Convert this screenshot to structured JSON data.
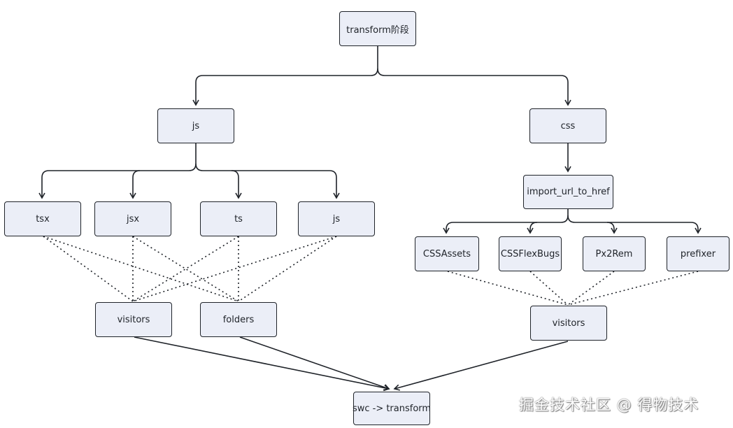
{
  "diagram": {
    "nodes": {
      "root": "transform阶段",
      "js": "js",
      "css": "css",
      "tsx": "tsx",
      "jsx": "jsx",
      "ts": "ts",
      "js2": "js",
      "import": "import_url_to_href",
      "cssassets": "CSSAssets",
      "flexbugs": "CSSFlexBugs",
      "px2rem": "Px2Rem",
      "prefixer": "prefixer",
      "visitors_left": "visitors",
      "folders": "folders",
      "visitors_right": "visitors",
      "swc": "swc -> transform"
    },
    "edges": [
      {
        "from": "root",
        "to": "js",
        "style": "arrow"
      },
      {
        "from": "root",
        "to": "css",
        "style": "arrow"
      },
      {
        "from": "js",
        "to": "tsx",
        "style": "arrow"
      },
      {
        "from": "js",
        "to": "jsx",
        "style": "arrow"
      },
      {
        "from": "js",
        "to": "ts",
        "style": "arrow"
      },
      {
        "from": "js",
        "to": "js2",
        "style": "arrow"
      },
      {
        "from": "css",
        "to": "import",
        "style": "arrow"
      },
      {
        "from": "import",
        "to": "cssassets",
        "style": "arrow"
      },
      {
        "from": "import",
        "to": "flexbugs",
        "style": "arrow"
      },
      {
        "from": "import",
        "to": "px2rem",
        "style": "arrow"
      },
      {
        "from": "import",
        "to": "prefixer",
        "style": "arrow"
      },
      {
        "from": "tsx",
        "to": "visitors_left",
        "style": "dotted"
      },
      {
        "from": "tsx",
        "to": "folders",
        "style": "dotted"
      },
      {
        "from": "jsx",
        "to": "visitors_left",
        "style": "dotted"
      },
      {
        "from": "jsx",
        "to": "folders",
        "style": "dotted"
      },
      {
        "from": "ts",
        "to": "visitors_left",
        "style": "dotted"
      },
      {
        "from": "ts",
        "to": "folders",
        "style": "dotted"
      },
      {
        "from": "js2",
        "to": "visitors_left",
        "style": "dotted"
      },
      {
        "from": "js2",
        "to": "folders",
        "style": "dotted"
      },
      {
        "from": "cssassets",
        "to": "visitors_right",
        "style": "dotted"
      },
      {
        "from": "flexbugs",
        "to": "visitors_right",
        "style": "dotted"
      },
      {
        "from": "px2rem",
        "to": "visitors_right",
        "style": "dotted"
      },
      {
        "from": "prefixer",
        "to": "visitors_right",
        "style": "dotted"
      },
      {
        "from": "visitors_left",
        "to": "swc",
        "style": "arrow"
      },
      {
        "from": "folders",
        "to": "swc",
        "style": "arrow"
      },
      {
        "from": "visitors_right",
        "to": "swc",
        "style": "arrow"
      }
    ]
  },
  "watermark": "掘金技术社区 @ 得物技术",
  "colors": {
    "node_fill": "#ebeef7",
    "stroke": "#1f2329"
  }
}
